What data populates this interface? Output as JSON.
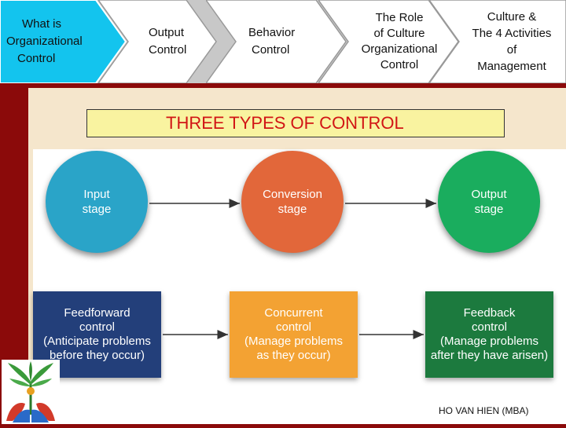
{
  "nav": {
    "items": [
      {
        "lines": [
          "What is",
          "Organizational",
          "Control"
        ]
      },
      {
        "lines": [
          "Output",
          "Control"
        ]
      },
      {
        "lines": [
          "Behavior",
          "Control"
        ]
      },
      {
        "lines": [
          "The Role",
          "of Culture",
          "Organizational",
          "Control"
        ]
      },
      {
        "lines": [
          "Culture &",
          "The 4 Activities",
          "of",
          "Management"
        ]
      }
    ]
  },
  "title": "THREE TYPES OF CONTROL",
  "stages": [
    {
      "lines": [
        "Input",
        "stage"
      ],
      "color": "#2aa4c8"
    },
    {
      "lines": [
        "Conversion",
        "stage"
      ],
      "color": "#e2673a"
    },
    {
      "lines": [
        "Output",
        "stage"
      ],
      "color": "#1aad5e"
    }
  ],
  "controls": [
    {
      "lines": [
        "Feedforward",
        "control",
        "(Anticipate problems",
        "before they occur)"
      ],
      "color": "#233f7a"
    },
    {
      "lines": [
        "Concurrent",
        "control",
        "(Manage problems",
        "as they occur)"
      ],
      "color": "#f3a233"
    },
    {
      "lines": [
        "Feedback",
        "control",
        "(Manage problems",
        "after they have arisen)"
      ],
      "color": "#1c7a3e"
    }
  ],
  "footer": "HO VAN HIEN (MBA)",
  "colors": {
    "active_tab": "#13c4ee",
    "background": "#8b0a0a",
    "title_text": "#d11515"
  }
}
